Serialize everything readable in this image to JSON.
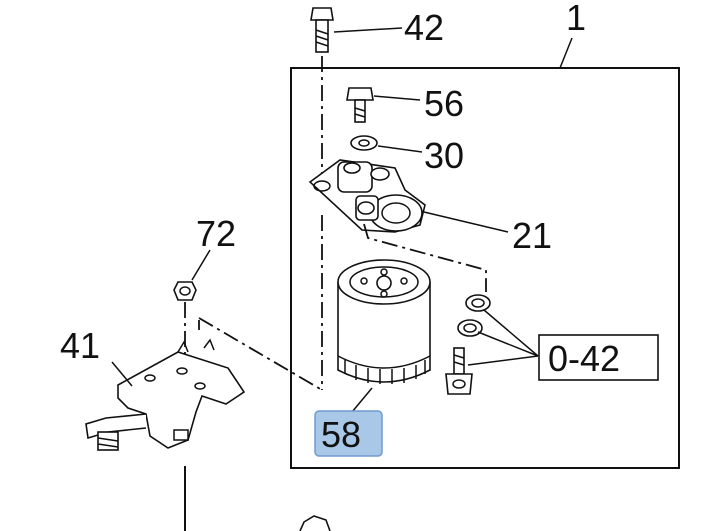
{
  "diagram": {
    "labels": {
      "assembly": "1",
      "bolt_top": "42",
      "bolt_small": "56",
      "washer": "30",
      "filter_head": "21",
      "nut": "72",
      "bracket": "41",
      "kit": "0-42",
      "filter": "58"
    },
    "highlight_color": "#a9c7e6"
  }
}
